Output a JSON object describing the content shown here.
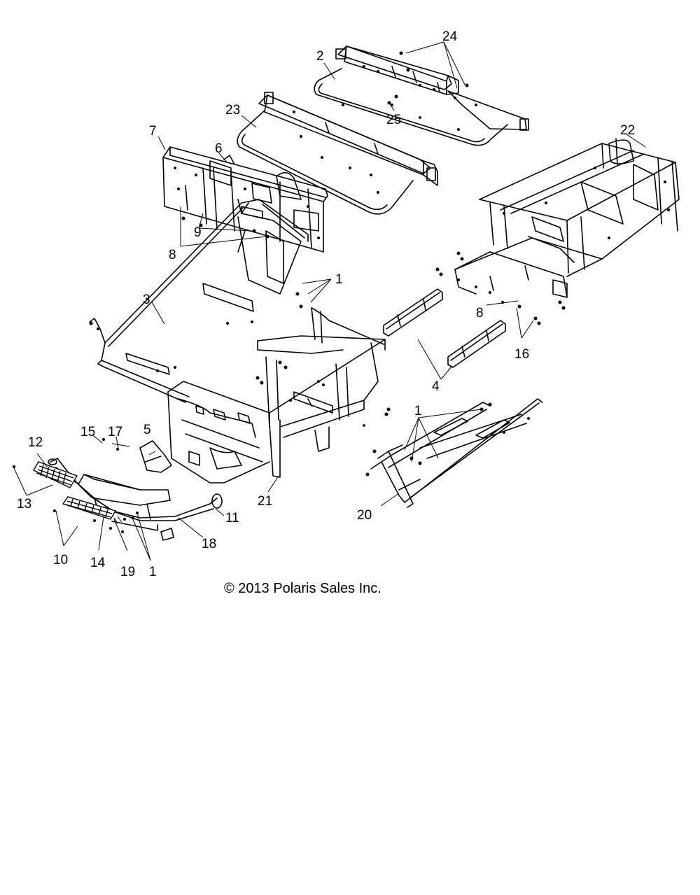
{
  "callouts": {
    "c24": "24",
    "c2": "2",
    "c25": "25",
    "c23": "23",
    "c7": "7",
    "c6": "6",
    "c9": "9",
    "c8a": "8",
    "c22": "22",
    "c1a": "1",
    "c3": "3",
    "c8b": "8",
    "c16": "16",
    "c4": "4",
    "c1b": "1",
    "c5": "5",
    "c15": "15",
    "c17": "17",
    "c12": "12",
    "c13": "13",
    "c21": "21",
    "c20": "20",
    "c11": "11",
    "c18": "18",
    "c10": "10",
    "c14": "14",
    "c19": "19",
    "c1c": "1"
  },
  "copyright": "© 2013 Polaris Sales Inc."
}
